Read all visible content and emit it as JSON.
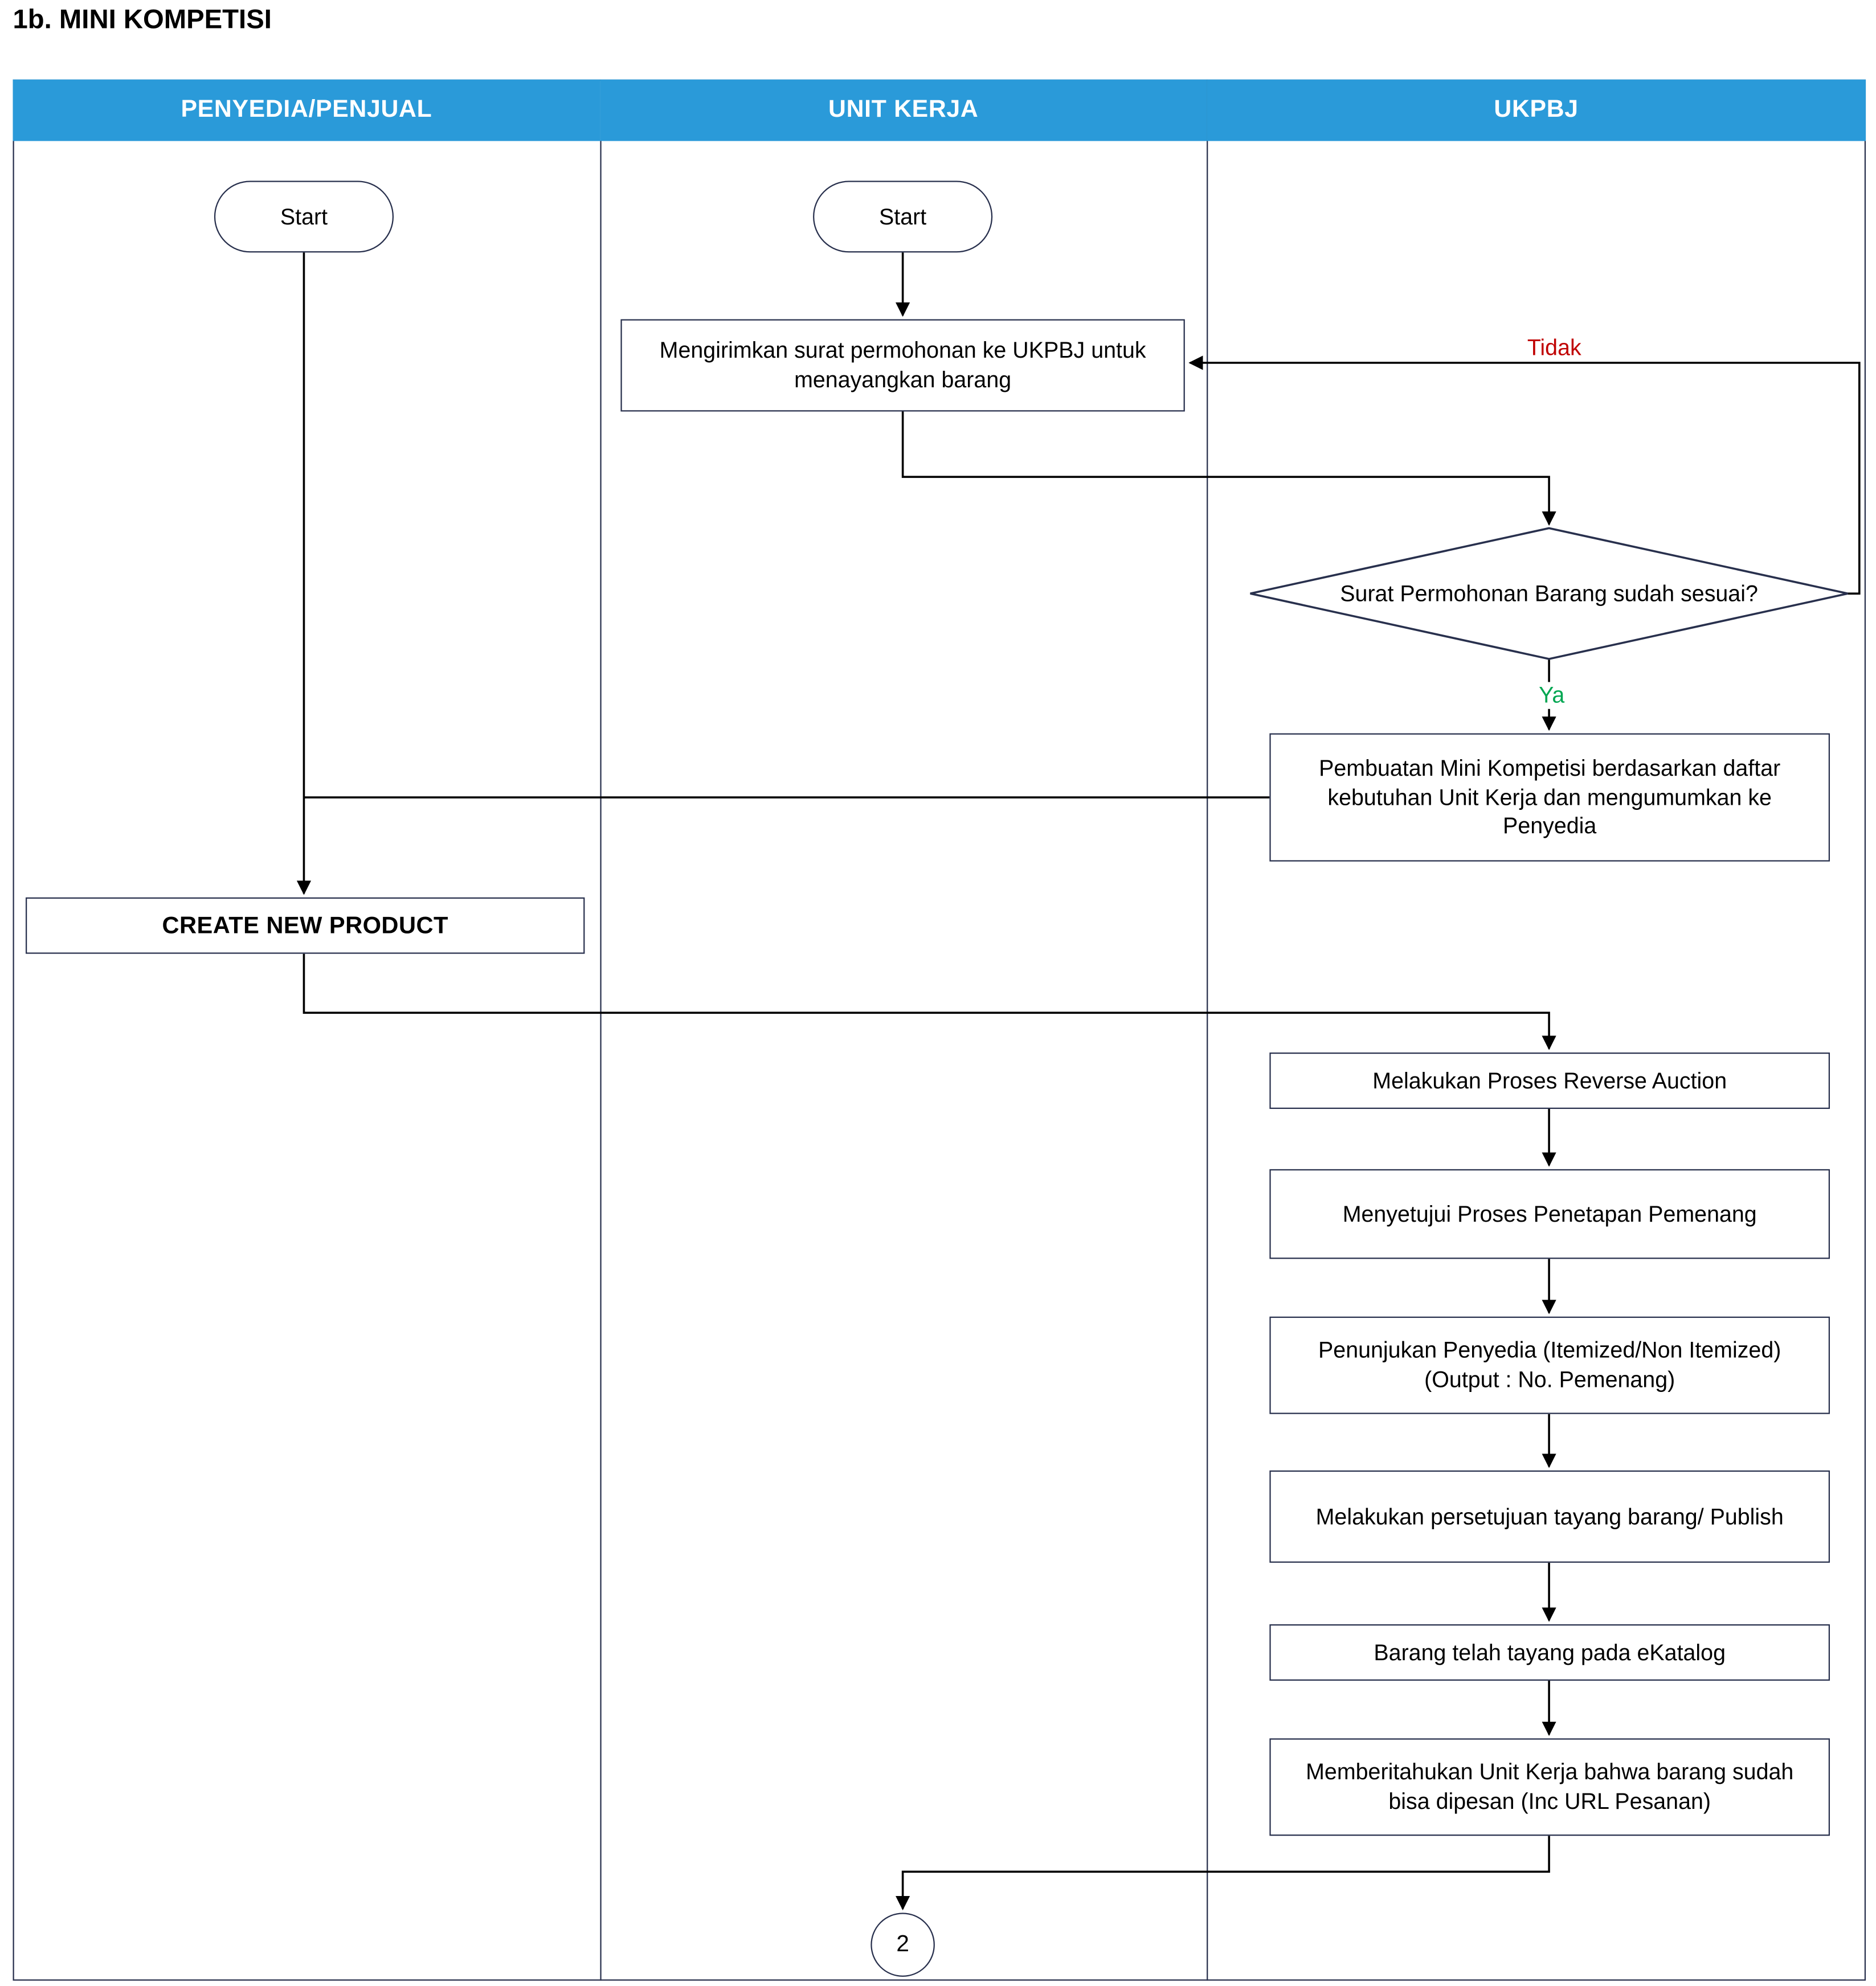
{
  "title": "1b. MINI KOMPETISI",
  "lanes": [
    {
      "label": "PENYEDIA/PENJUAL"
    },
    {
      "label": "UNIT KERJA"
    },
    {
      "label": "UKPBJ"
    }
  ],
  "nodes": {
    "start_penyedia": "Start",
    "start_unit_kerja": "Start",
    "mengirimkan_surat": "Mengirimkan surat permohonan ke UKPBJ untuk menayangkan barang",
    "decision_surat": "Surat Permohonan Barang sudah sesuai?",
    "pembuatan_mini_kompetisi": "Pembuatan Mini Kompetisi berdasarkan daftar kebutuhan Unit Kerja dan mengumumkan ke Penyedia",
    "create_new_product": "CREATE NEW PRODUCT",
    "reverse_auction": "Melakukan Proses Reverse Auction",
    "menyetujui_penetapan": "Menyetujui Proses Penetapan Pemenang",
    "penunjukan_penyedia": "Penunjukan Penyedia (Itemized/Non Itemized) (Output : No. Pemenang)",
    "persetujuan_tayang": "Melakukan persetujuan tayang barang/ Publish",
    "barang_tayang": "Barang telah tayang pada eKatalog",
    "memberitahukan_unit_kerja": "Memberitahukan Unit Kerja bahwa barang sudah bisa dipesan (Inc URL Pesanan)",
    "offpage_connector": "2"
  },
  "edge_labels": {
    "tidak": "Tidak",
    "ya": "Ya"
  },
  "colors": {
    "header_bg": "#2A9AD9",
    "header_text": "#FFFFFF",
    "shape_border": "#28304D",
    "connector": "#000000",
    "tidak_label": "#C00000",
    "ya_label": "#00A651"
  }
}
